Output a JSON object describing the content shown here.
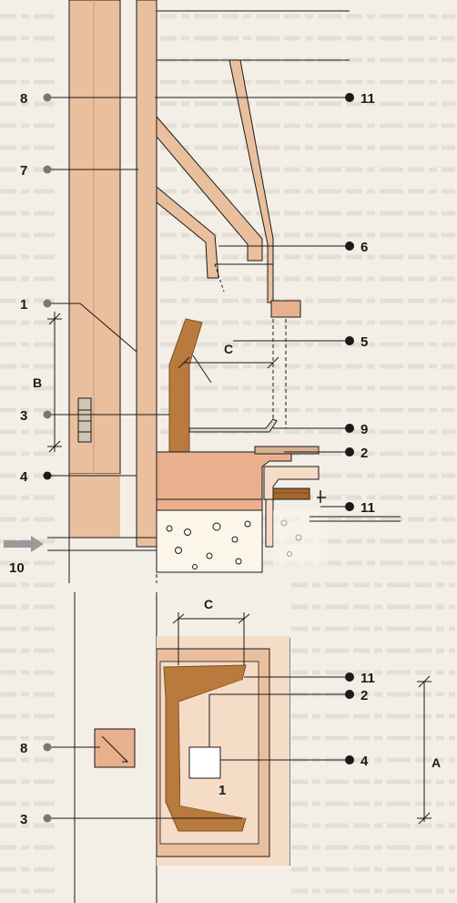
{
  "colors": {
    "background": "#f3efe7",
    "text_lines": "#d8d3c8",
    "wall_pink": "#eabf9e",
    "wall_light": "#f5dcc6",
    "brick_brown": "#b97a3e",
    "brick_dark": "#a5662c",
    "hearth": "#e9b08d",
    "gravel": "#fbf5ea",
    "line": "#1a1a1a",
    "leader_gray": "#777777",
    "arrow_gray": "#9a9a9a"
  },
  "section": {
    "callouts": {
      "c8": "8",
      "c7": "7",
      "c1": "1",
      "c3": "3",
      "c4": "4",
      "c10": "10",
      "c11a": "11",
      "c6": "6",
      "c5": "5",
      "c9": "9",
      "c2": "2",
      "c11b": "11"
    },
    "dims": {
      "b": "B",
      "c": "C"
    }
  },
  "plan": {
    "callouts": {
      "c8": "8",
      "c3": "3",
      "c11": "11",
      "c2": "2",
      "c4": "4",
      "c1": "1"
    },
    "dims": {
      "c": "C",
      "a": "A"
    }
  }
}
